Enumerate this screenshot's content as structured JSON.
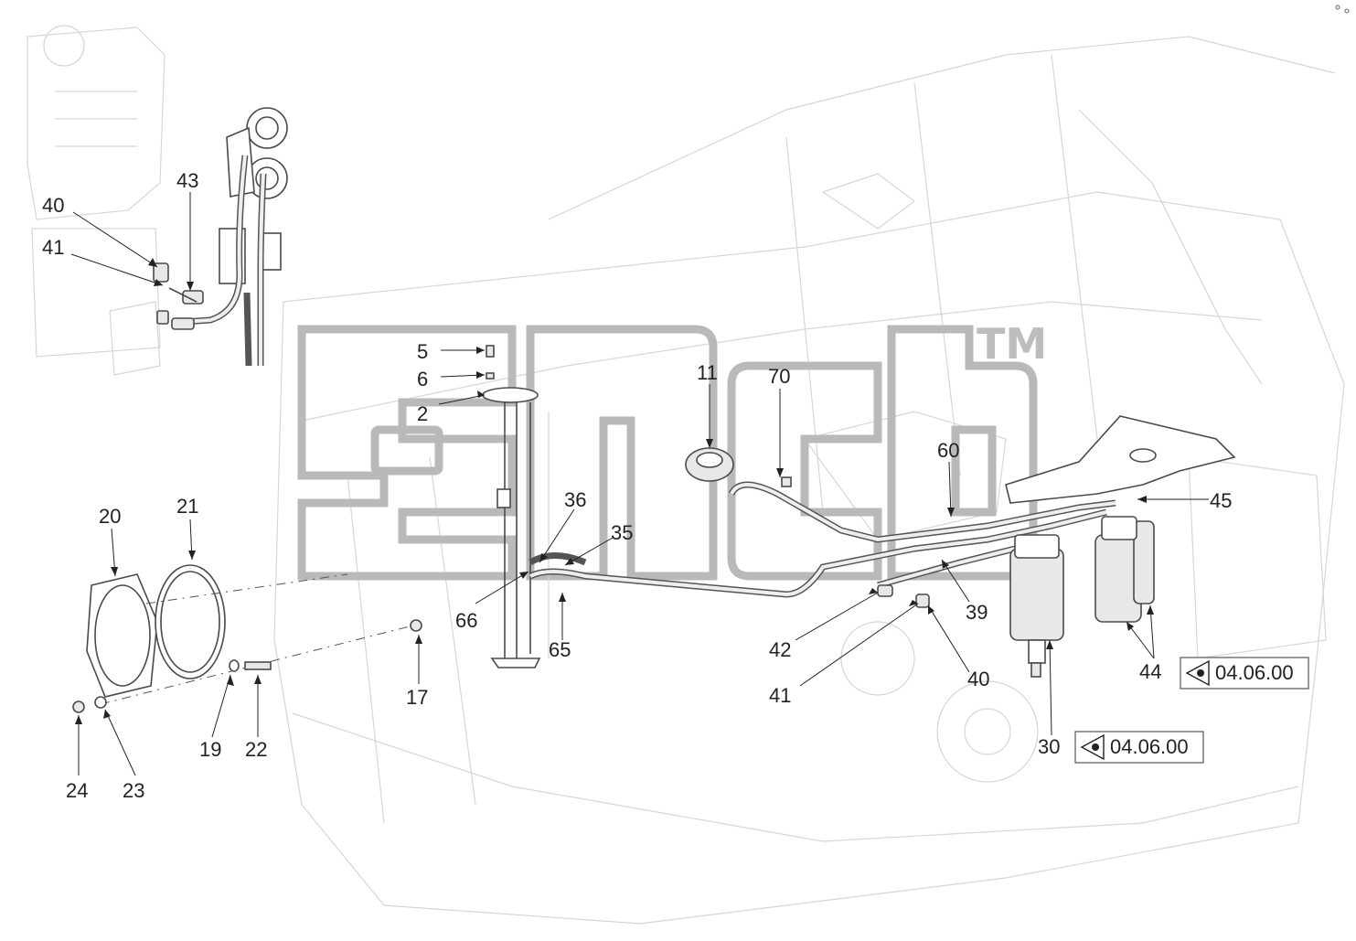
{
  "diagram": {
    "watermark_trademark": "TM",
    "labels": [
      {
        "id": "40a",
        "text": "40"
      },
      {
        "id": "41a",
        "text": "41"
      },
      {
        "id": "43",
        "text": "43"
      },
      {
        "id": "5",
        "text": "5"
      },
      {
        "id": "6",
        "text": "6"
      },
      {
        "id": "2",
        "text": "2"
      },
      {
        "id": "11",
        "text": "11"
      },
      {
        "id": "70",
        "text": "70"
      },
      {
        "id": "60",
        "text": "60"
      },
      {
        "id": "45",
        "text": "45"
      },
      {
        "id": "36",
        "text": "36"
      },
      {
        "id": "35",
        "text": "35"
      },
      {
        "id": "66",
        "text": "66"
      },
      {
        "id": "65",
        "text": "65"
      },
      {
        "id": "39",
        "text": "39"
      },
      {
        "id": "42",
        "text": "42"
      },
      {
        "id": "41b",
        "text": "41"
      },
      {
        "id": "40b",
        "text": "40"
      },
      {
        "id": "44",
        "text": "44"
      },
      {
        "id": "30",
        "text": "30"
      },
      {
        "id": "20",
        "text": "20"
      },
      {
        "id": "21",
        "text": "21"
      },
      {
        "id": "17",
        "text": "17"
      },
      {
        "id": "19",
        "text": "19"
      },
      {
        "id": "22",
        "text": "22"
      },
      {
        "id": "24",
        "text": "24"
      },
      {
        "id": "23",
        "text": "23"
      }
    ],
    "references": [
      {
        "id": "ref44",
        "text": "04.06.00",
        "icon": "view-eye-icon"
      },
      {
        "id": "ref30",
        "text": "04.06.00",
        "icon": "view-eye-icon"
      }
    ]
  }
}
